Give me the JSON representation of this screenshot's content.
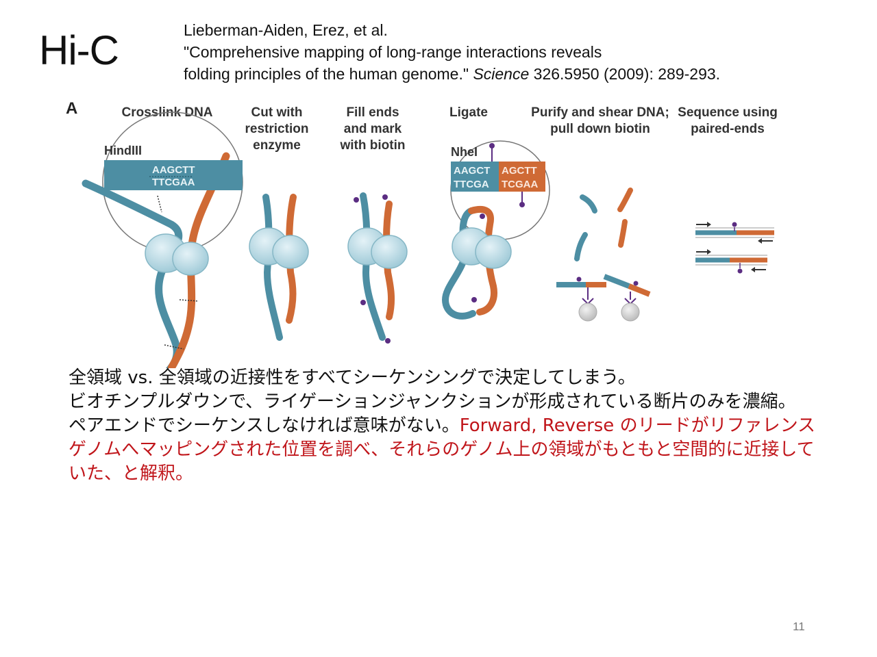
{
  "slide": {
    "title": "Hi-C",
    "citation": {
      "line1": "Lieberman-Aiden, Erez, et al.",
      "line2": "\"Comprehensive mapping of long-range interactions reveals",
      "line3_pre": "folding principles of the human genome.\" ",
      "journal": "Science",
      "line3_post": " 326.5950 (2009): 289-293."
    },
    "page_number": "11"
  },
  "figure": {
    "panel_letter": "A",
    "steps": [
      {
        "lines": [
          "Crosslink DNA"
        ]
      },
      {
        "lines": [
          "Cut with",
          "restriction",
          "enzyme"
        ]
      },
      {
        "lines": [
          "Fill ends",
          "and mark",
          "with biotin"
        ]
      },
      {
        "lines": [
          "Ligate"
        ]
      },
      {
        "lines": [
          "Purify and shear DNA;",
          "pull down biotin"
        ]
      },
      {
        "lines": [
          "Sequence using",
          "paired-ends"
        ]
      }
    ],
    "enzyme1": "HindIII",
    "enzyme2": "NheI",
    "seq1_top": "AAGCTT",
    "seq1_bottom": "TTCGAA",
    "seq2_top_left": "AAGCT",
    "seq2_top_right": "AGCTT",
    "seq2_bottom_left": "TTCGA",
    "seq2_bottom_right": "TCGAA",
    "colors": {
      "blue": "#4d8ea3",
      "orange": "#cf6a35",
      "purple": "#5b2d82",
      "nucleosome": "#a9d2df",
      "bead": "#cfcfcf"
    }
  },
  "text": {
    "line1": "全領域 vs. 全領域の近接性をすべてシーケンシングで決定してしまう。",
    "line2": "ビオチンプルダウンで、ライゲーションジャンクションが形成されている断片のみを濃縮。",
    "line3_black": "ペアエンドでシーケンスしなければ意味がない。",
    "line3_red": "Forward, Reverse のリードがリファレンスゲノムへマッピングされた位置を調べ、それらのゲノム上の領域がもともと空間的に近接していた、と解釈。"
  }
}
